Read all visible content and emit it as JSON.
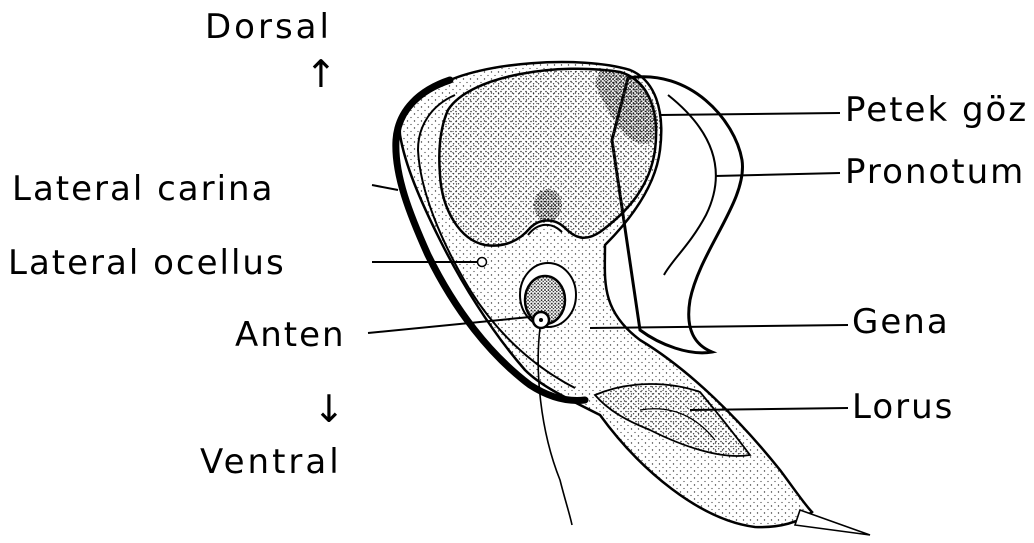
{
  "diagram": {
    "orientation": {
      "top": "Dorsal",
      "bottom": "Ventral",
      "up_arrow": "↑",
      "down_arrow": "↓"
    },
    "labels": {
      "compound_eye": "Petek göz",
      "pronotum": "Pronotum",
      "lateral_carina": "Lateral carina",
      "lateral_ocellus": "Lateral ocellus",
      "antenna": "Anten",
      "gena": "Gena",
      "lorus": "Lorus"
    },
    "colors": {
      "ink": "#000000",
      "paper": "#ffffff",
      "stipple": "#3a3a3a"
    }
  }
}
